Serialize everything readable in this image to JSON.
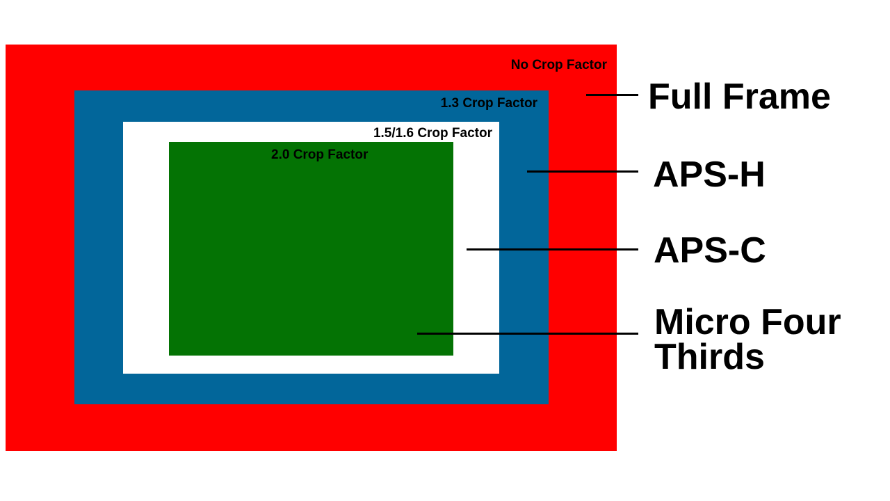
{
  "sensors": {
    "full_frame": {
      "name": "Full Frame",
      "crop_label": "No Crop Factor",
      "color": "#ff0000",
      "label_color": "#000000"
    },
    "aps_h": {
      "name": "APS-H",
      "crop_label": "1.3 Crop Factor",
      "color": "#02669a",
      "label_color": "#000000"
    },
    "aps_c": {
      "name": "APS-C",
      "crop_label": "1.5/1.6 Crop Factor",
      "color": "#ffffff",
      "label_color": "#000000"
    },
    "micro_four_thirds": {
      "name_line1": "Micro Four",
      "name_line2": "Thirds",
      "crop_label": "2.0 Crop Factor",
      "color": "#047304",
      "label_color": "#000000"
    }
  }
}
